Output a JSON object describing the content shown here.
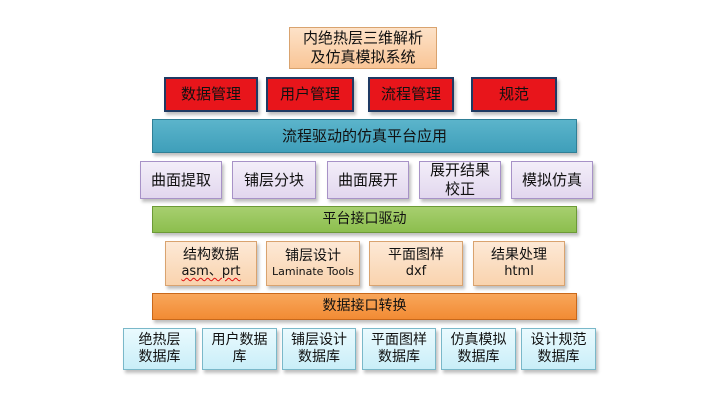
{
  "title": {
    "line1": "内绝热层三维解析",
    "line2": "及仿真模拟系统"
  },
  "management": [
    {
      "label": "数据管理"
    },
    {
      "label": "用户管理"
    },
    {
      "label": "流程管理"
    },
    {
      "label": "规范"
    }
  ],
  "platform_label": "流程驱动的仿真平台应用",
  "functions": [
    {
      "line1": "曲面提取",
      "line2": ""
    },
    {
      "line1": "铺层分块",
      "line2": ""
    },
    {
      "line1": "曲面展开",
      "line2": ""
    },
    {
      "line1": "展开结果",
      "line2": "校正"
    },
    {
      "line1": "模拟仿真",
      "line2": ""
    }
  ],
  "interface_label": "平台接口驱动",
  "data_sources": [
    {
      "name": "结构数据",
      "format": "asm、prt"
    },
    {
      "name": "铺层设计",
      "format": "Laminate Tools"
    },
    {
      "name": "平面图样",
      "format": "dxf"
    },
    {
      "name": "结果处理",
      "format": "html"
    }
  ],
  "conversion_label": "数据接口转换",
  "databases": [
    {
      "line1": "绝热层",
      "line2": "数据库"
    },
    {
      "line1": "用户数据",
      "line2": "库"
    },
    {
      "line1": "铺层设计",
      "line2": "数据库"
    },
    {
      "line1": "平面图样",
      "line2": "数据库"
    },
    {
      "line1": "仿真模拟",
      "line2": "数据库"
    },
    {
      "line1": "设计规范",
      "line2": "数据库"
    }
  ],
  "colors": {
    "management_fill": "#e8151b",
    "platform_fill": "#4aaac2",
    "function_fill": "#e8dff2",
    "interface_fill": "#99c65c",
    "source_fill": "#fbdcbc",
    "conversion_fill": "#f59843",
    "database_fill": "#d7f3fb"
  }
}
